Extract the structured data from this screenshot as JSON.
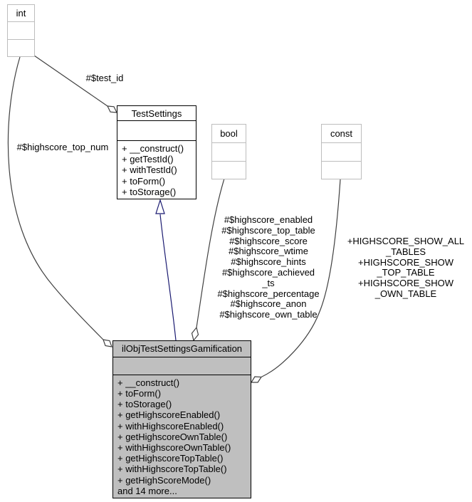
{
  "diagram": {
    "type": "uml-collaboration-diagram",
    "classes": {
      "int_type": {
        "title": "int"
      },
      "bool_type": {
        "title": "bool"
      },
      "const_type": {
        "title": "const"
      },
      "testsettings": {
        "title": "TestSettings",
        "methods": [
          "+ __construct()",
          "+ getTestId()",
          "+ withTestId()",
          "+ toForm()",
          "+ toStorage()"
        ]
      },
      "main": {
        "title": "ilObjTestSettingsGamification",
        "methods": [
          "+ __construct()",
          "+ toForm()",
          "+ toStorage()",
          "+ getHighscoreEnabled()",
          "+ withHighscoreEnabled()",
          "+ getHighscoreOwnTable()",
          "+ withHighscoreOwnTable()",
          "+ getHighscoreTopTable()",
          "+ withHighscoreTopTable()",
          "+ getHighScoreMode()",
          "and 14 more..."
        ]
      }
    },
    "edge_labels": {
      "test_id": "#$test_id",
      "highscore_top_num": "#$highscore_top_num",
      "bool_members": "#$highscore_enabled\n#$highscore_top_table\n#$highscore_score\n#$highscore_wtime\n#$highscore_hints\n#$highscore_achieved\n_ts\n#$highscore_percentage\n#$highscore_anon\n#$highscore_own_table",
      "const_members": "+HIGHSCORE_SHOW_ALL\n_TABLES\n+HIGHSCORE_SHOW\n_TOP_TABLE\n+HIGHSCORE_SHOW\n_OWN_TABLE"
    },
    "colors": {
      "main_node_fill": "#bfbfbf",
      "undocumented_border": "#bdbdbd",
      "documented_border": "#000000",
      "edge_stroke": "#404040",
      "inheritance_stroke": "#191970",
      "background": "#ffffff"
    }
  }
}
